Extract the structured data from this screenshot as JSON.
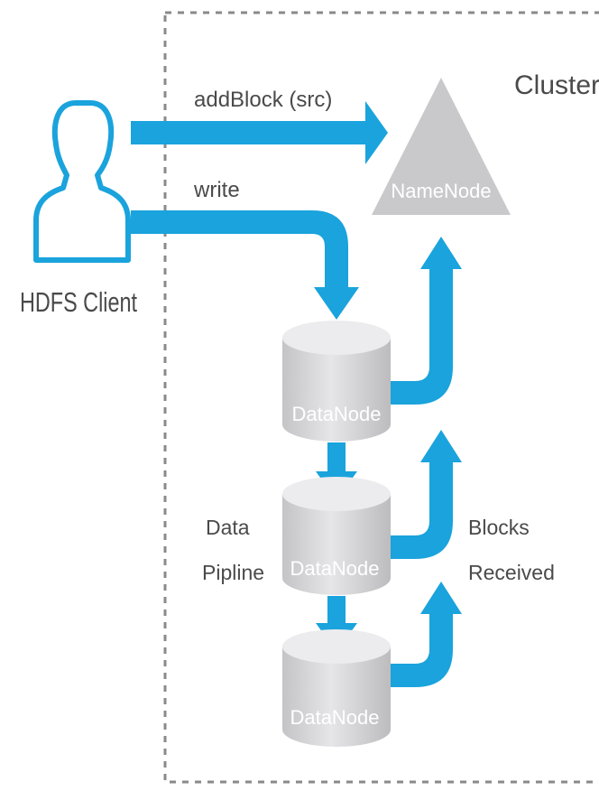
{
  "diagram": {
    "client_label": "HDFS Client",
    "cluster_label": "Cluster",
    "namenode_label": "NameNode",
    "add_block_label": "addBlock (src)",
    "write_label": "write",
    "datanodes": [
      {
        "label": "DataNode"
      },
      {
        "label": "DataNode"
      },
      {
        "label": "DataNode"
      }
    ],
    "pipeline_label": [
      "Data",
      "Pipline"
    ],
    "blocks_received_label": [
      "Blocks",
      "Received"
    ]
  },
  "colors": {
    "arrow": "#1aa3dc",
    "client_outline": "#1aa3dc",
    "namenode_fill": "#c9c9cb",
    "namenode_text": "#ffffff",
    "datanode_fill": "#d3d3d5",
    "text": "#4a4a4a",
    "border": "#8a8a8a"
  }
}
